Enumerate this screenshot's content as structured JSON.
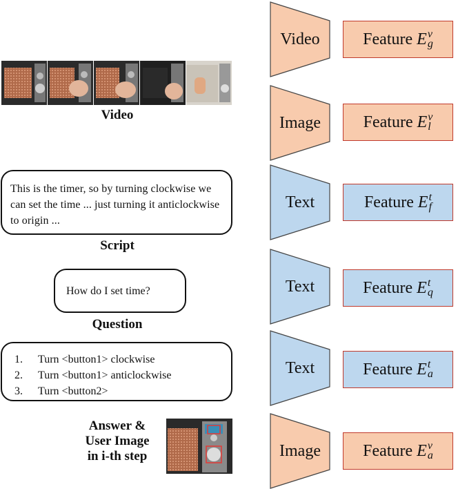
{
  "captions": {
    "video": "Video",
    "script": "Script",
    "question": "Question",
    "answer_line1": "Answer &",
    "answer_line2": "User Image",
    "answer_line3": "in i-th step"
  },
  "script_text": "This is the timer, so by turning clockwise we can set the time ... just turning it anticlockwise to origin ...",
  "question_text": "How do I set time?",
  "answer_steps": [
    {
      "num": "1.",
      "text": "Turn <button1> clockwise"
    },
    {
      "num": "2.",
      "text": "Turn <button1> anticlockwise"
    },
    {
      "num": "3.",
      "text": "Turn <button2>"
    }
  ],
  "encoders": [
    {
      "label": "Video",
      "color": "orange",
      "feature": "Feature",
      "sym": "E",
      "sup": "v",
      "sub": "g"
    },
    {
      "label": "Image",
      "color": "orange",
      "feature": "Feature",
      "sym": "E",
      "sup": "v",
      "sub": "l"
    },
    {
      "label": "Text",
      "color": "blue",
      "feature": "Feature",
      "sym": "E",
      "sup": "t",
      "sub": "f"
    },
    {
      "label": "Text",
      "color": "blue",
      "feature": "Feature",
      "sym": "E",
      "sup": "t",
      "sub": "q"
    },
    {
      "label": "Text",
      "color": "blue",
      "feature": "Feature",
      "sym": "E",
      "sup": "t",
      "sub": "a"
    },
    {
      "label": "Image",
      "color": "orange",
      "feature": "Feature",
      "sym": "E",
      "sup": "v",
      "sub": "a"
    }
  ],
  "colors": {
    "orange_fill": "#f8cbad",
    "blue_fill": "#bdd7ee",
    "feature_border": "#c0392b",
    "stroke": "#444444"
  },
  "icons": {
    "video_frames": "microwave-video-frame",
    "user_image": "microwave-user-image"
  }
}
